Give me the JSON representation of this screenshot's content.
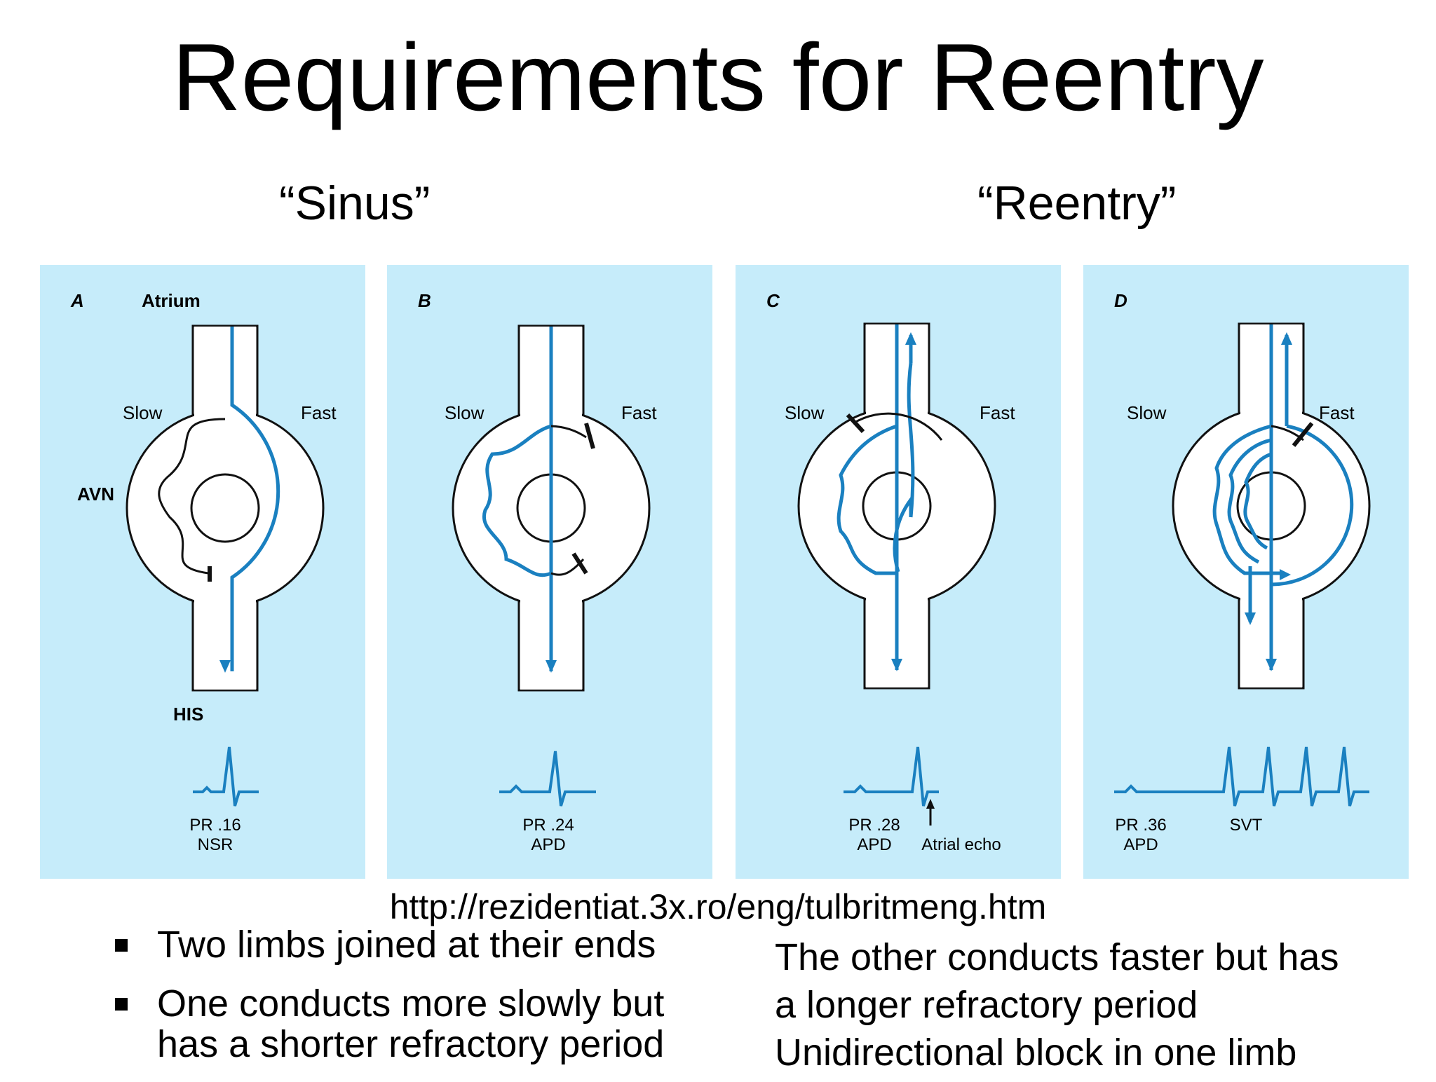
{
  "title": "Requirements for Reentry",
  "subtitles": {
    "sinus": "“Sinus”",
    "reentry": "“Reentry”"
  },
  "colors": {
    "panel_bg": "#c6ecfa",
    "pathway_blue": "#1a80c0",
    "channel_fill": "#ffffff",
    "line_black": "#111111"
  },
  "panels": [
    {
      "letter": "A",
      "atrium_label": "Atrium",
      "slow_label": "Slow",
      "fast_label": "Fast",
      "avn_label": "AVN",
      "his_label": "HIS",
      "pr_label": "PR .16",
      "rhythm_label": "NSR"
    },
    {
      "letter": "B",
      "slow_label": "Slow",
      "fast_label": "Fast",
      "pr_label": "PR .24",
      "rhythm_label": "APD"
    },
    {
      "letter": "C",
      "slow_label": "Slow",
      "fast_label": "Fast",
      "pr_label": "PR .28",
      "rhythm_label": "APD",
      "echo_label": "Atrial echo"
    },
    {
      "letter": "D",
      "slow_label": "Slow",
      "fast_label": "Fast",
      "pr_label": "PR .36",
      "rhythm_label": "APD",
      "svt_label": "SVT"
    }
  ],
  "source_url": "http://rezidentiat.3x.ro/eng/tulbritmeng.htm",
  "bullets": [
    "Two limbs joined at their ends",
    "One conducts more slowly but",
    "has a shorter refractory period"
  ],
  "right_text": [
    "The other conducts faster but has",
    "a longer refractory period",
    "Unidirectional block in one limb"
  ]
}
